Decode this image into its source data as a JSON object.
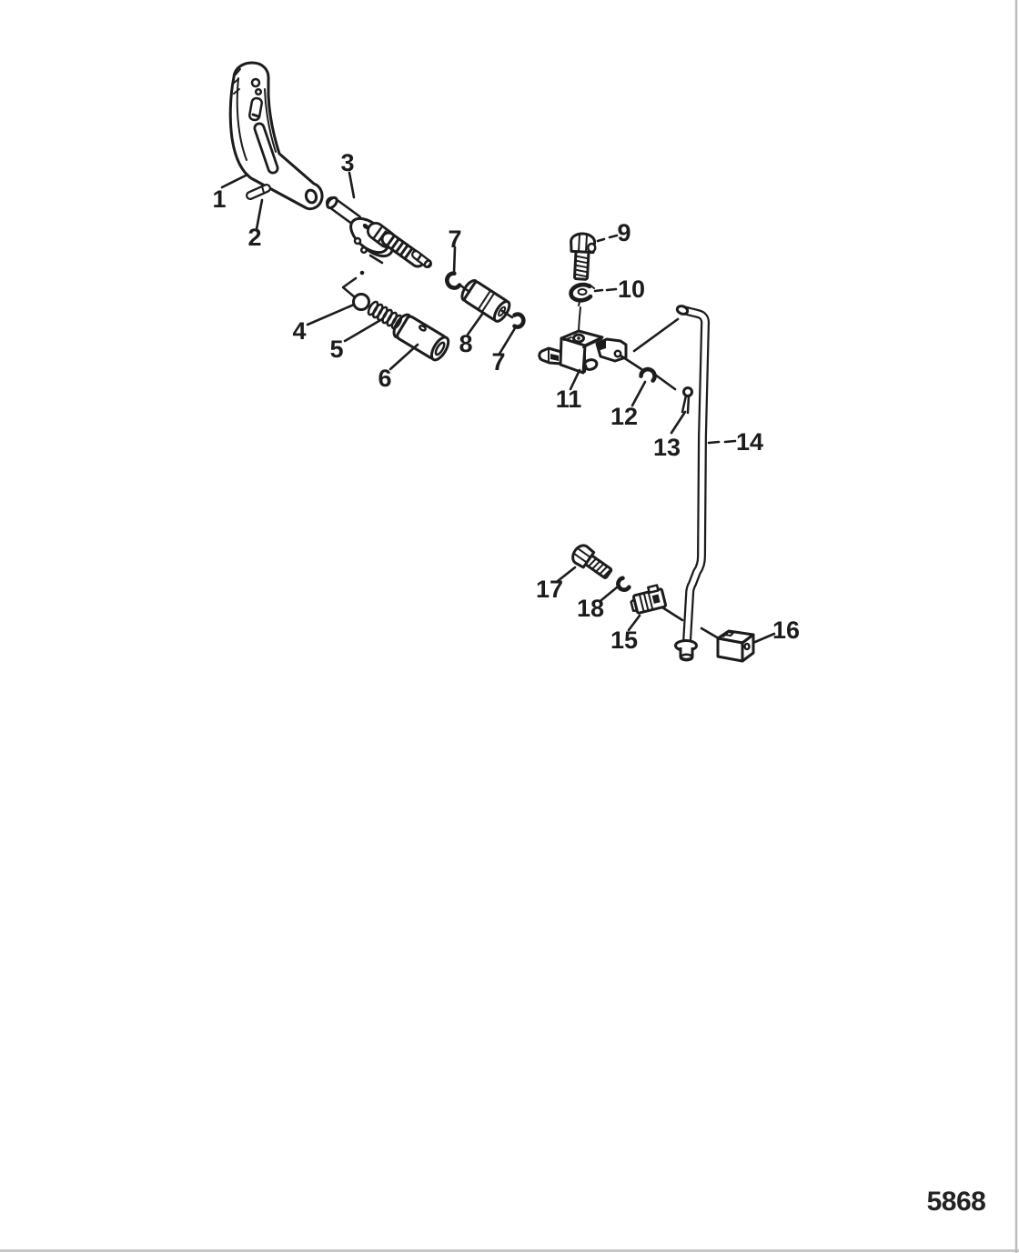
{
  "figure": {
    "code": "5868"
  },
  "callouts": {
    "c1": "1",
    "c2": "2",
    "c3": "3",
    "c4": "4",
    "c5": "5",
    "c6": "6",
    "c7a": "7",
    "c7b": "7",
    "c8": "8",
    "c9": "9",
    "c10": "10",
    "c11": "11",
    "c12": "12",
    "c13": "13",
    "c14": "14",
    "c15": "15",
    "c16": "16",
    "c17": "17",
    "c18": "18"
  },
  "colors": {
    "line_art": "#1c1c1c",
    "page_edge": "#bdbdbd",
    "background": "#ffffff"
  }
}
